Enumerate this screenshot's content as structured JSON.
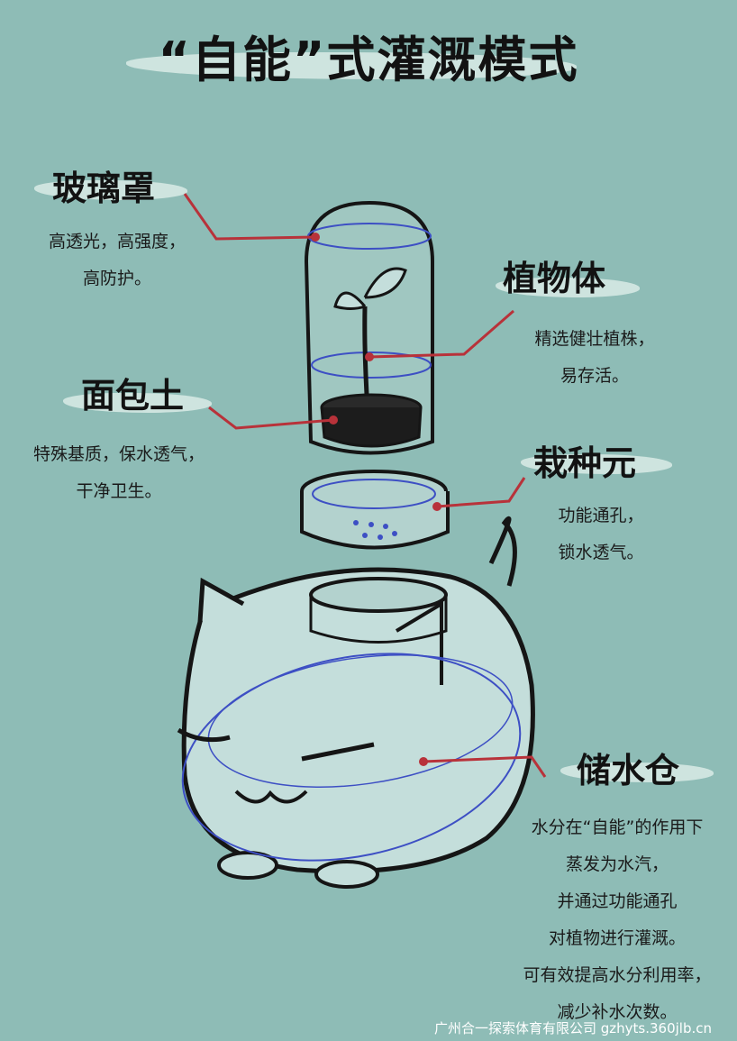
{
  "title": "“自能”式灌溉模式",
  "sections": {
    "glass_cover": {
      "heading": "玻璃罩",
      "lines": [
        "高透光，高强度，",
        "高防护。"
      ]
    },
    "plant": {
      "heading": "植物体",
      "lines": [
        "精选健壮植株，",
        "易存活。"
      ]
    },
    "soil": {
      "heading": "面包土",
      "lines": [
        "特殊基质，保水透气，",
        "干净卫生。"
      ]
    },
    "seed_unit": {
      "heading": "栽种元",
      "lines": [
        "功能通孔，",
        "锁水透气。"
      ]
    },
    "water_tank": {
      "heading": "储水仓",
      "lines": [
        "水分在“自能”的作用下",
        "蒸发为水汽，",
        "并通过功能通孔",
        "对植物进行灌溉。",
        "可有效提高水分利用率，",
        "减少补水次数。"
      ]
    }
  },
  "watermark": "广州合一探索体育有限公司 gzhyts.360jlb.cn",
  "colors": {
    "background": "#8ebcb6",
    "highlight": "#d9ebe6",
    "leader_line": "#b8323a",
    "sketch_blue": "#3d4fc4",
    "ink": "#121212"
  }
}
